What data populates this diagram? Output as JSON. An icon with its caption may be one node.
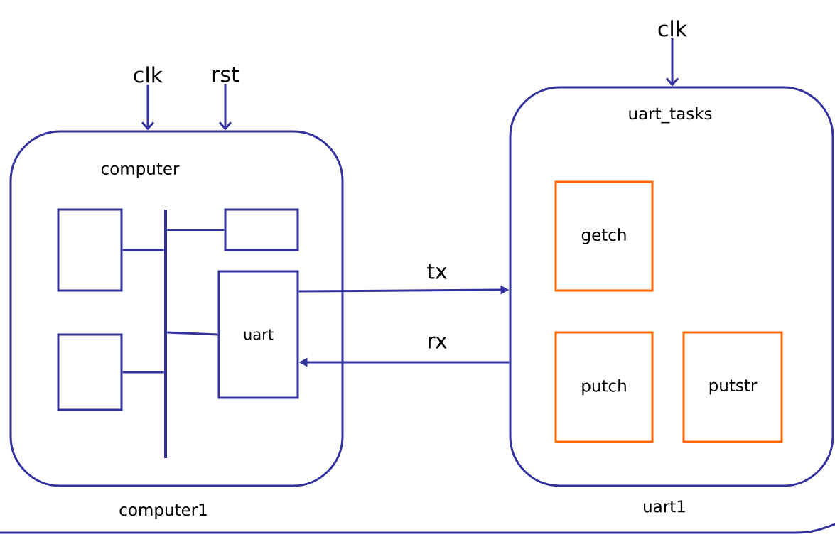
{
  "diagram": {
    "nodes": [
      {
        "text": [
          "clk"
        ]
      },
      {
        "text": [
          "rst"
        ]
      },
      {
        "text": [
          "clk"
        ]
      },
      {
        "text": [
          "computer"
        ],
        "beside": [
          "computer1"
        ]
      },
      {
        "text": [],
        "shape": "box",
        "in": 3
      },
      {
        "text": [],
        "shape": "bar",
        "in": 3
      },
      {
        "text": [],
        "shape": "box",
        "in": 3
      },
      {
        "text": [
          "uart"
        ],
        "in": 3
      },
      {
        "text": [],
        "shape": "box",
        "in": 3
      },
      {
        "text": [
          "uart_tasks"
        ],
        "beside": [
          "uart1"
        ]
      },
      {
        "text": [
          "getch"
        ],
        "in": 9
      },
      {
        "text": [
          "putch"
        ],
        "in": 9
      },
      {
        "text": [
          "putstr"
        ],
        "in": 9
      }
    ],
    "edges": [
      {
        "from": 0,
        "to": 3,
        "arrow": "to"
      },
      {
        "from": 1,
        "to": 3,
        "arrow": "to"
      },
      {
        "from": 2,
        "to": 9,
        "arrow": "to"
      },
      {
        "from": 4,
        "to": 5,
        "arrow": "none"
      },
      {
        "from": 5,
        "to": 6,
        "arrow": "none"
      },
      {
        "from": 5,
        "to": 7,
        "arrow": "none"
      },
      {
        "from": 8,
        "to": 5,
        "arrow": "none"
      },
      {
        "from": 7,
        "to": 9,
        "arrow": "to",
        "label": "tx"
      },
      {
        "from": 9,
        "to": 7,
        "arrow": "to",
        "label": "rx"
      }
    ]
  }
}
